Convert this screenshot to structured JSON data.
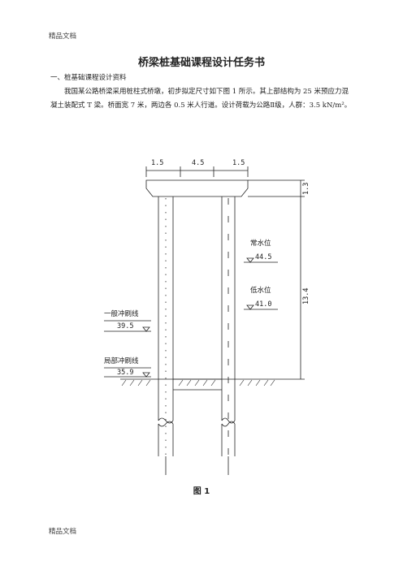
{
  "header": {
    "text": "精品文档"
  },
  "footer": {
    "text": "精品文档"
  },
  "title": "桥梁桩基础课程设计任务书",
  "section": "一、桩基础课程设计资料",
  "paragraph": "我国某公路桥梁采用桩柱式桥墩，初步拟定尺寸如下图 1 所示。其上部结构为 25 米预应力混凝土装配式 T 梁。桥面宽 7 米，两边各 0.5 米人行道。设计荷载为公路Ⅱ级，人群：3.5 kN/m²。",
  "figure": {
    "dims": {
      "left": "1.5",
      "middle": "4.5",
      "right": "1.5",
      "cap_height": "1.3",
      "pier_height": "13.4"
    },
    "normal_water": {
      "label": "常水位",
      "value": "44.5"
    },
    "low_water": {
      "label": "低水位",
      "value": "41.0"
    },
    "general_scour": {
      "label": "一般冲刷线",
      "value": "39.5"
    },
    "local_scour": {
      "label": "局部冲刷线",
      "value": "35.9"
    },
    "caption": "图 1"
  }
}
